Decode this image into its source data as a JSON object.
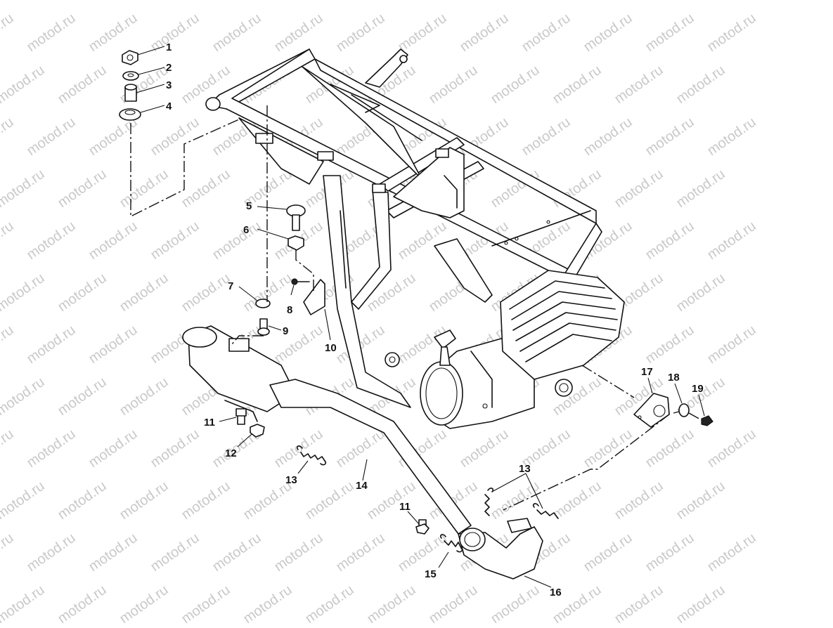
{
  "watermark": "motod.ru",
  "callouts": {
    "c1": "1",
    "c2": "2",
    "c3": "3",
    "c4": "4",
    "c5": "5",
    "c6": "6",
    "c7": "7",
    "c8": "8",
    "c9": "9",
    "c10": "10",
    "c11a": "11",
    "c11b": "11",
    "c12": "12",
    "c13a": "13",
    "c13b": "13",
    "c14": "14",
    "c15": "15",
    "c16": "16",
    "c17": "17",
    "c18": "18",
    "c19": "19"
  }
}
